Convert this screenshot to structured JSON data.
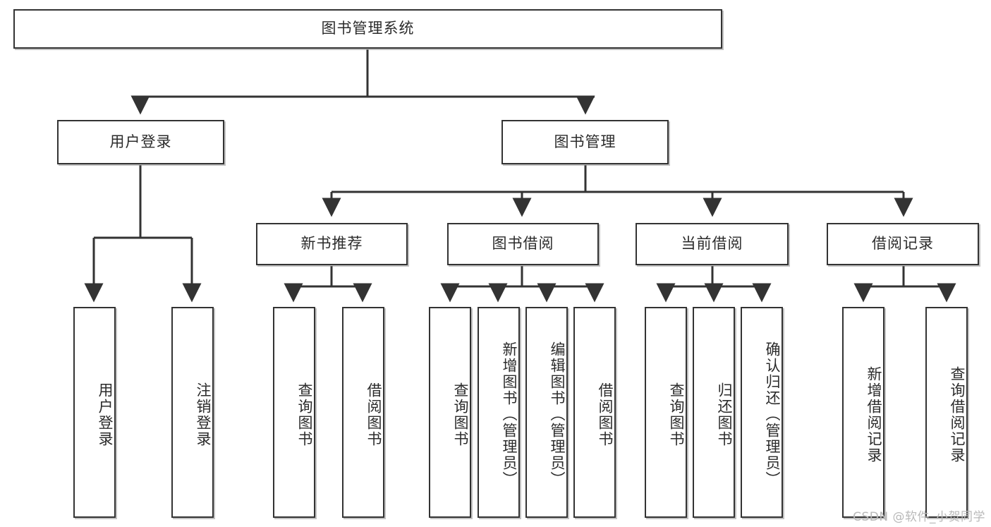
{
  "diagram": {
    "title": "图书管理系统",
    "type": "tree-hierarchy",
    "root": {
      "id": "root",
      "label": "图书管理系统"
    },
    "level2": [
      {
        "id": "user-login",
        "label": "用户登录"
      },
      {
        "id": "book-management",
        "label": "图书管理"
      }
    ],
    "level3": [
      {
        "id": "new-book-recommend",
        "label": "新书推荐"
      },
      {
        "id": "book-borrow",
        "label": "图书借阅"
      },
      {
        "id": "current-borrow",
        "label": "当前借阅"
      },
      {
        "id": "borrow-record",
        "label": "借阅记录"
      }
    ],
    "leaves": {
      "user_login": [
        {
          "id": "leaf-user-login",
          "label": "用户登录"
        },
        {
          "id": "leaf-logout-login",
          "label": "注销登录"
        }
      ],
      "new_book_recommend": [
        {
          "id": "leaf-query-book-1",
          "label": "查询图书"
        },
        {
          "id": "leaf-borrow-book-1",
          "label": "借阅图书"
        }
      ],
      "book_borrow": [
        {
          "id": "leaf-query-book-2",
          "label": "查询图书"
        },
        {
          "id": "leaf-add-book",
          "label": "新增图书（管理员）"
        },
        {
          "id": "leaf-edit-book",
          "label": "编辑图书（管理员）"
        },
        {
          "id": "leaf-borrow-book-2",
          "label": "借阅图书"
        }
      ],
      "current_borrow": [
        {
          "id": "leaf-query-book-3",
          "label": "查询图书"
        },
        {
          "id": "leaf-return-book",
          "label": "归还图书"
        },
        {
          "id": "leaf-confirm-return",
          "label": "确认归还（管理员）"
        }
      ],
      "borrow_record": [
        {
          "id": "leaf-add-record",
          "label": "新增借阅记录"
        },
        {
          "id": "leaf-query-record",
          "label": "查询借阅记录"
        }
      ]
    }
  },
  "watermark": {
    "text": "CSDN @软件_小贺同学"
  },
  "colors": {
    "border": "#333333",
    "text": "#2b2b2b",
    "background": "#ffffff",
    "watermark": "#b9b9b9"
  }
}
